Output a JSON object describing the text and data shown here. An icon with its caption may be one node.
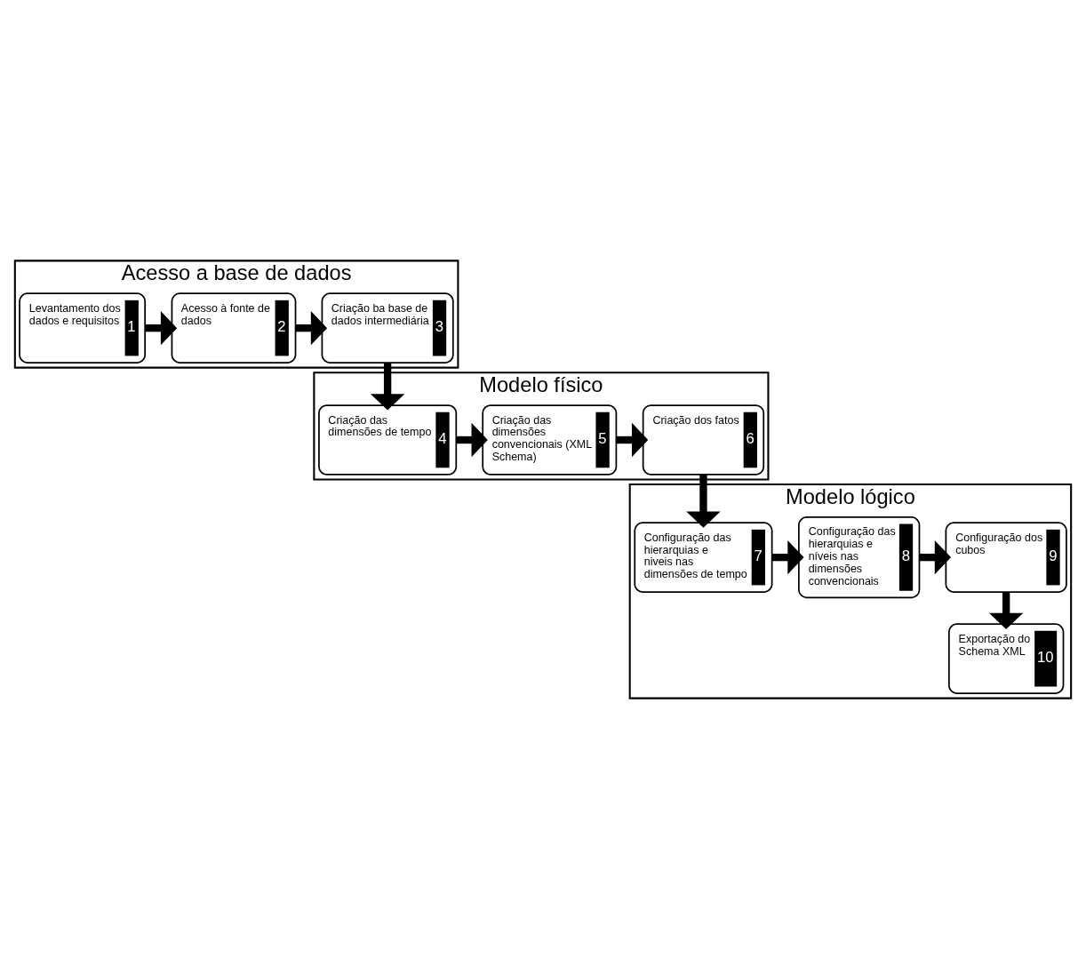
{
  "diagram": {
    "nodes": [
      {
        "text": [
          "Acesso a base de dados"
        ]
      },
      {
        "text": [
          "Levantamento dos dados e requisitos",
          "1"
        ],
        "in": 0
      },
      {
        "text": [
          "Acesso à fonte de dados",
          "2"
        ],
        "in": 0
      },
      {
        "text": [
          "Criação ba base de dados intermediária",
          "3"
        ],
        "in": 0
      },
      {
        "text": [
          "Modelo físico"
        ]
      },
      {
        "text": [
          "Criação das dimensões de tempo",
          "4"
        ],
        "in": 4
      },
      {
        "text": [
          "Criação das dimensões convencionais (XML Schema)",
          "5"
        ],
        "in": 4
      },
      {
        "text": [
          "Criação dos fatos",
          "6"
        ],
        "in": 4
      },
      {
        "text": [
          "Modelo lógico"
        ]
      },
      {
        "text": [
          "Configuração das hierarquias e niveis nas dimensões de tempo",
          "7"
        ],
        "in": 8
      },
      {
        "text": [
          "Configuração das hierarquias e níveis nas dimensões convencionais",
          "8"
        ],
        "in": 8
      },
      {
        "text": [
          "Configuração dos cubos",
          "9"
        ],
        "in": 8
      },
      {
        "text": [
          "Exportação do Schema XML",
          "10"
        ],
        "in": 8
      }
    ],
    "edges": [
      {
        "from": 1,
        "to": 2,
        "arrow": "to"
      },
      {
        "from": 2,
        "to": 3,
        "arrow": "to"
      },
      {
        "from": 3,
        "to": 5,
        "arrow": "to"
      },
      {
        "from": 5,
        "to": 6,
        "arrow": "to"
      },
      {
        "from": 6,
        "to": 7,
        "arrow": "to"
      },
      {
        "from": 7,
        "to": 9,
        "arrow": "to"
      },
      {
        "from": 9,
        "to": 10,
        "arrow": "to"
      },
      {
        "from": 10,
        "to": 11,
        "arrow": "to"
      },
      {
        "from": 11,
        "to": 12,
        "arrow": "to"
      }
    ]
  }
}
